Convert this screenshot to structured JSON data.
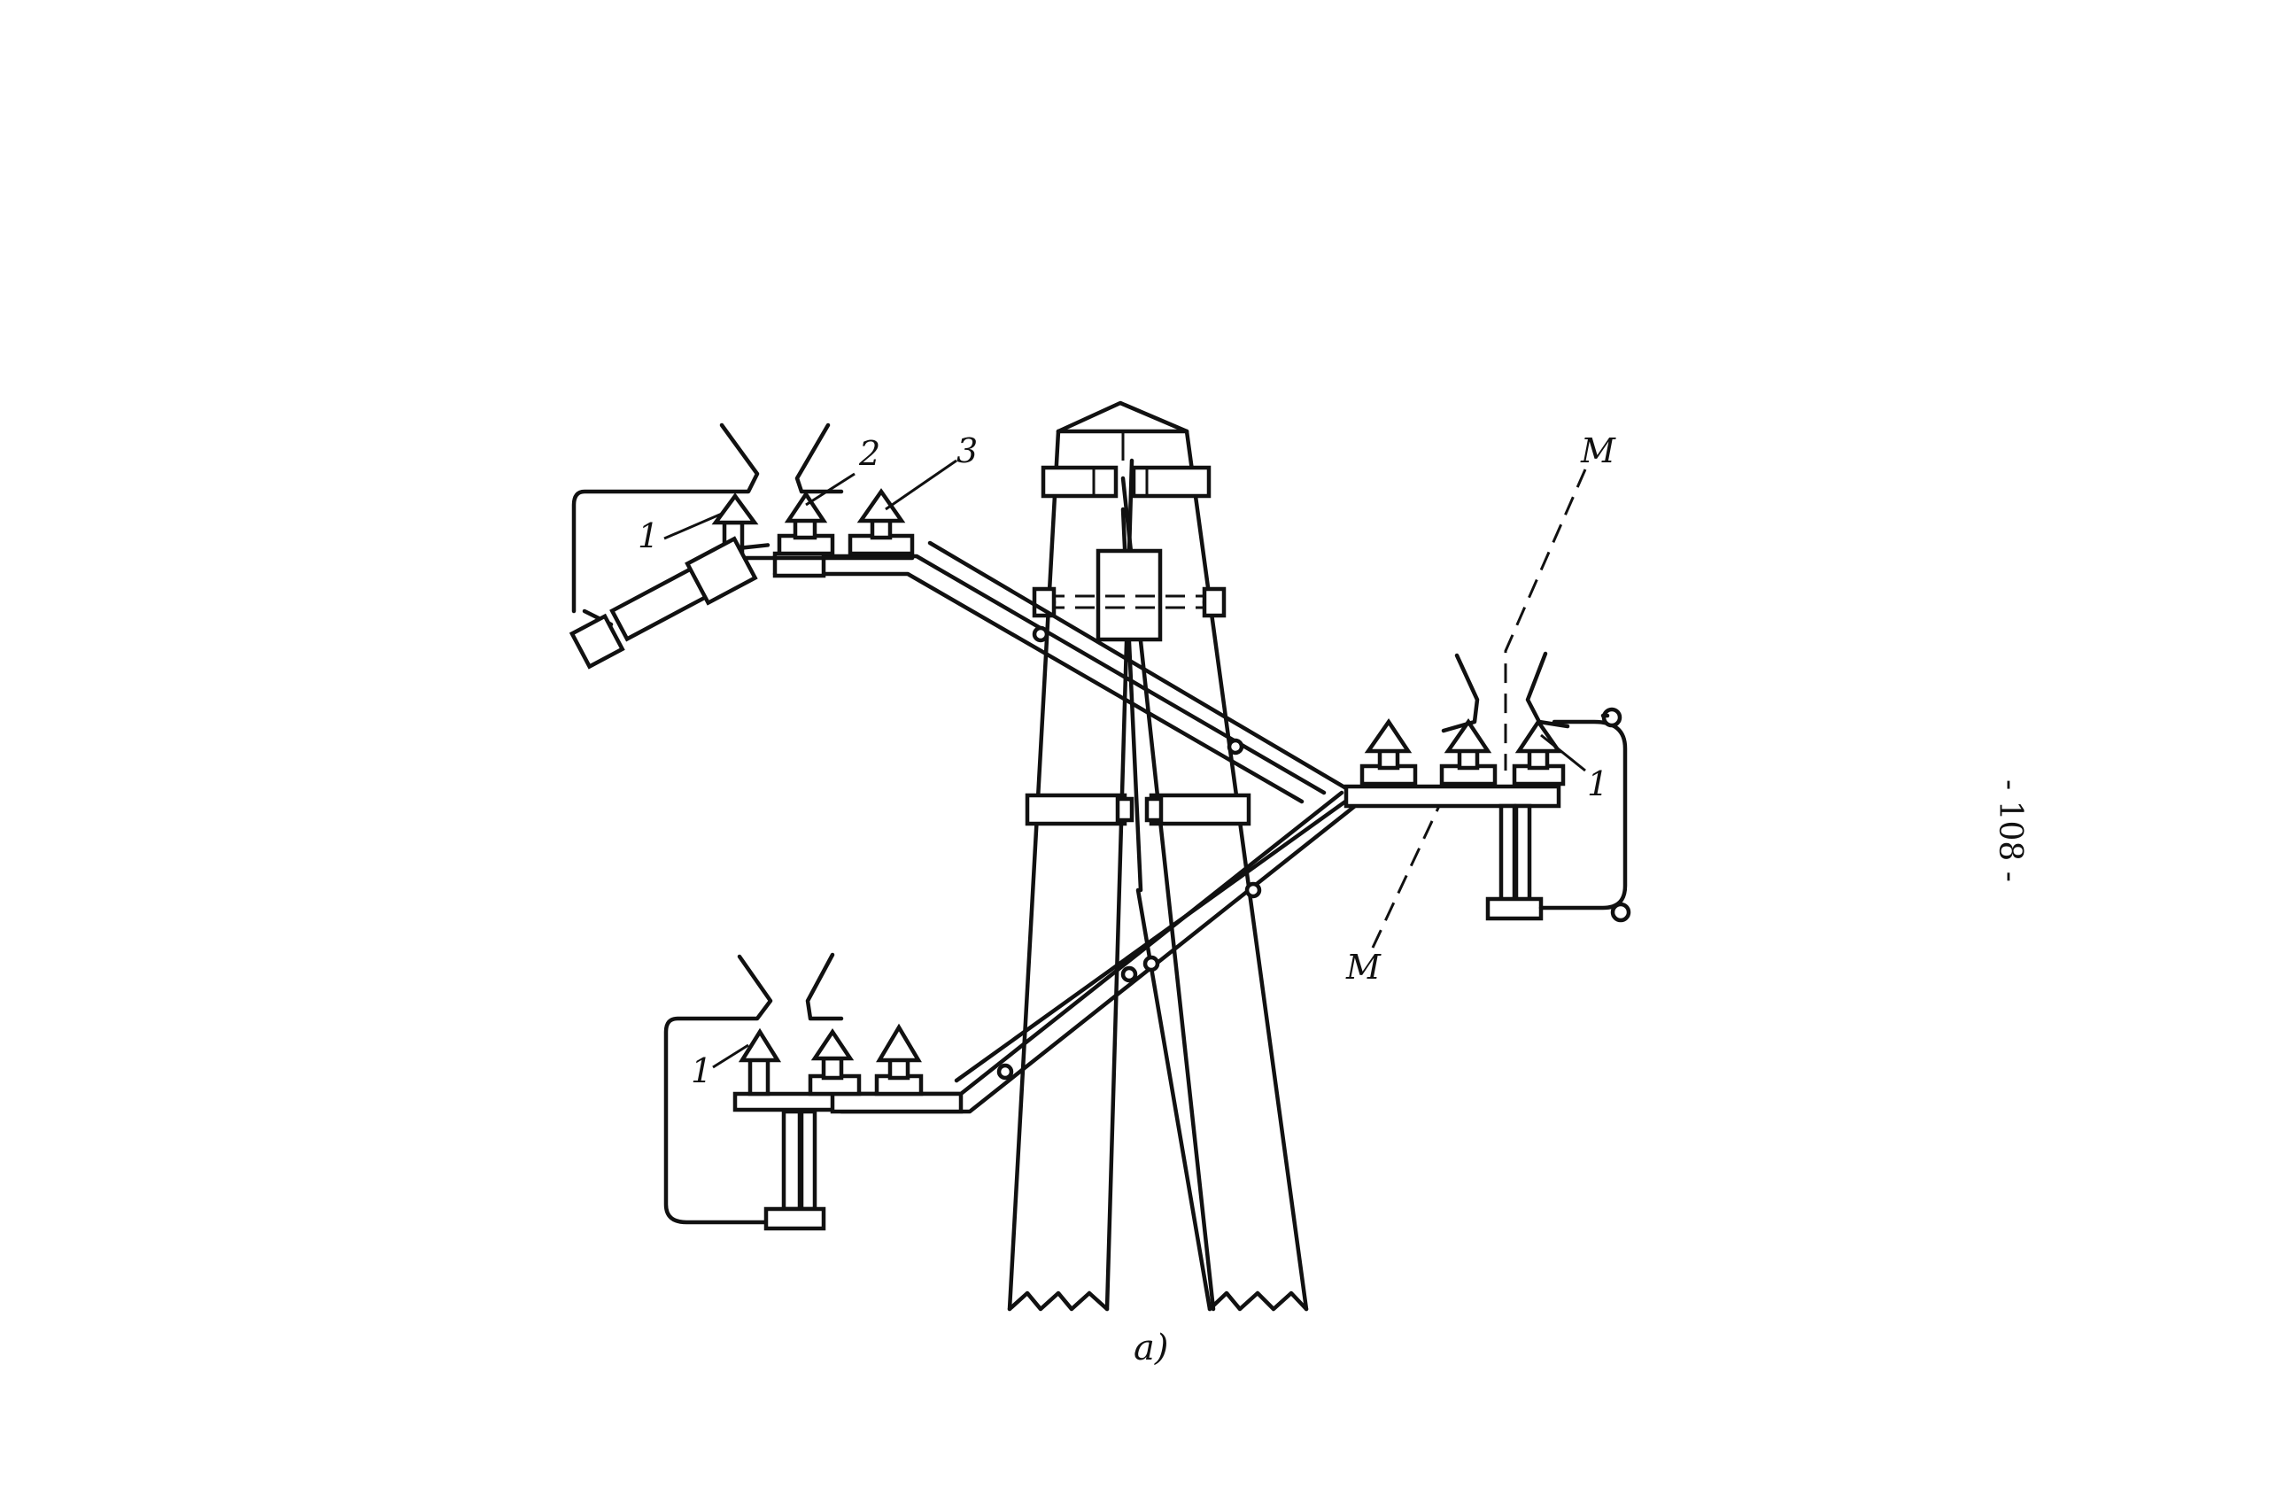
{
  "labels": {
    "insulator_1": "1",
    "insulator_2": "2",
    "insulator_3": "3",
    "marker_m": "M"
  },
  "caption": "а)",
  "page_number": "- 108 -"
}
